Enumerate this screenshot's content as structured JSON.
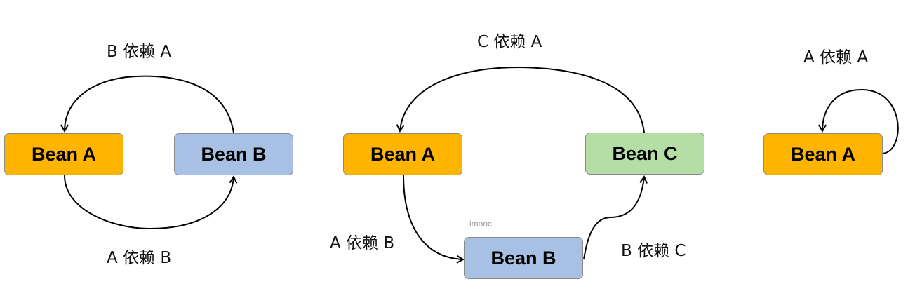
{
  "colors": {
    "bean_a": "#FFB400",
    "bean_b": "#A7C0E4",
    "bean_c": "#B5DDA6",
    "border": "#8a8a8a"
  },
  "diagrams": [
    {
      "nodes": [
        {
          "label": "Bean A"
        },
        {
          "label": "Bean B"
        }
      ],
      "edges": [
        {
          "label": "B 依赖 A"
        },
        {
          "label": "A 依赖 B"
        }
      ]
    },
    {
      "nodes": [
        {
          "label": "Bean A"
        },
        {
          "label": "Bean C"
        },
        {
          "label": "Bean B"
        }
      ],
      "edges": [
        {
          "label": "C 依赖 A"
        },
        {
          "label": "A 依赖 B"
        },
        {
          "label": "B 依赖 C"
        }
      ]
    },
    {
      "nodes": [
        {
          "label": "Bean A"
        }
      ],
      "edges": [
        {
          "label": "A 依赖 A"
        }
      ]
    }
  ],
  "watermark": "imooc"
}
